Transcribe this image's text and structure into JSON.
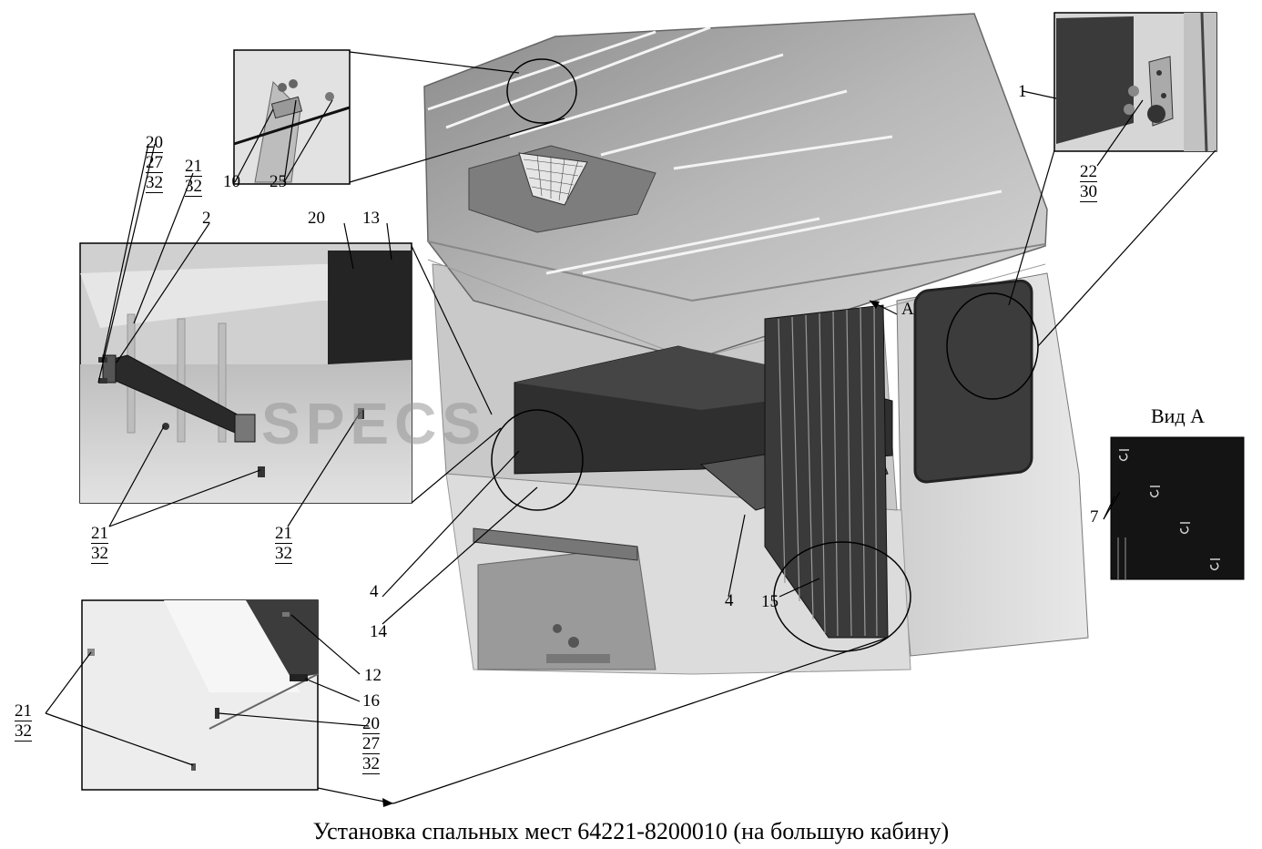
{
  "caption": "Установка спальных мест 64221-8200010 (на большую кабину)",
  "view_label": "Вид А",
  "arrow_label": "А",
  "watermark": "SPECS",
  "callouts": {
    "c1": "1",
    "c2": "2",
    "c4a": "4",
    "c4b": "4",
    "c7": "7",
    "c10": "10",
    "c12": "12",
    "c13": "13",
    "c14": "14",
    "c15": "15",
    "c16": "16",
    "c20a": "20",
    "c25": "25",
    "stack_top_left": [
      "20",
      "27",
      "32"
    ],
    "stack_21_32_top": [
      "21",
      "32"
    ],
    "stack_22_30": [
      "22",
      "30"
    ],
    "stack_21_32_mid_left": [
      "21",
      "32"
    ],
    "stack_21_32_mid_right": [
      "21",
      "32"
    ],
    "stack_21_32_bottom_left": [
      "21",
      "32"
    ],
    "stack_20_27_32_bottom": [
      "20",
      "27",
      "32"
    ]
  }
}
